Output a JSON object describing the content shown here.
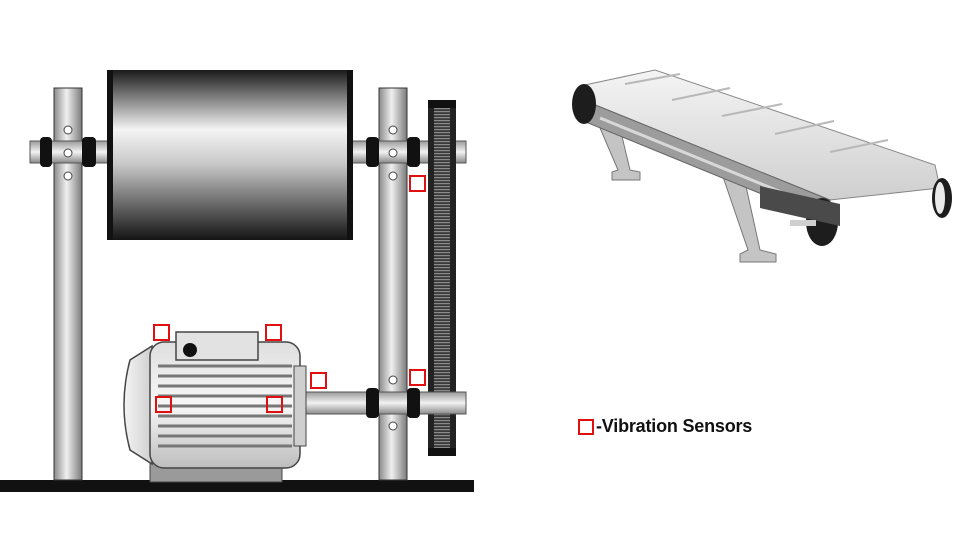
{
  "legend": {
    "label": "-Vibration Sensors",
    "sensor_color": "#e01010"
  },
  "diagram": {
    "left_figure": "motor-driven-drum-assembly",
    "right_figure": "belt-conveyor-photo",
    "sensor_count": 7
  }
}
